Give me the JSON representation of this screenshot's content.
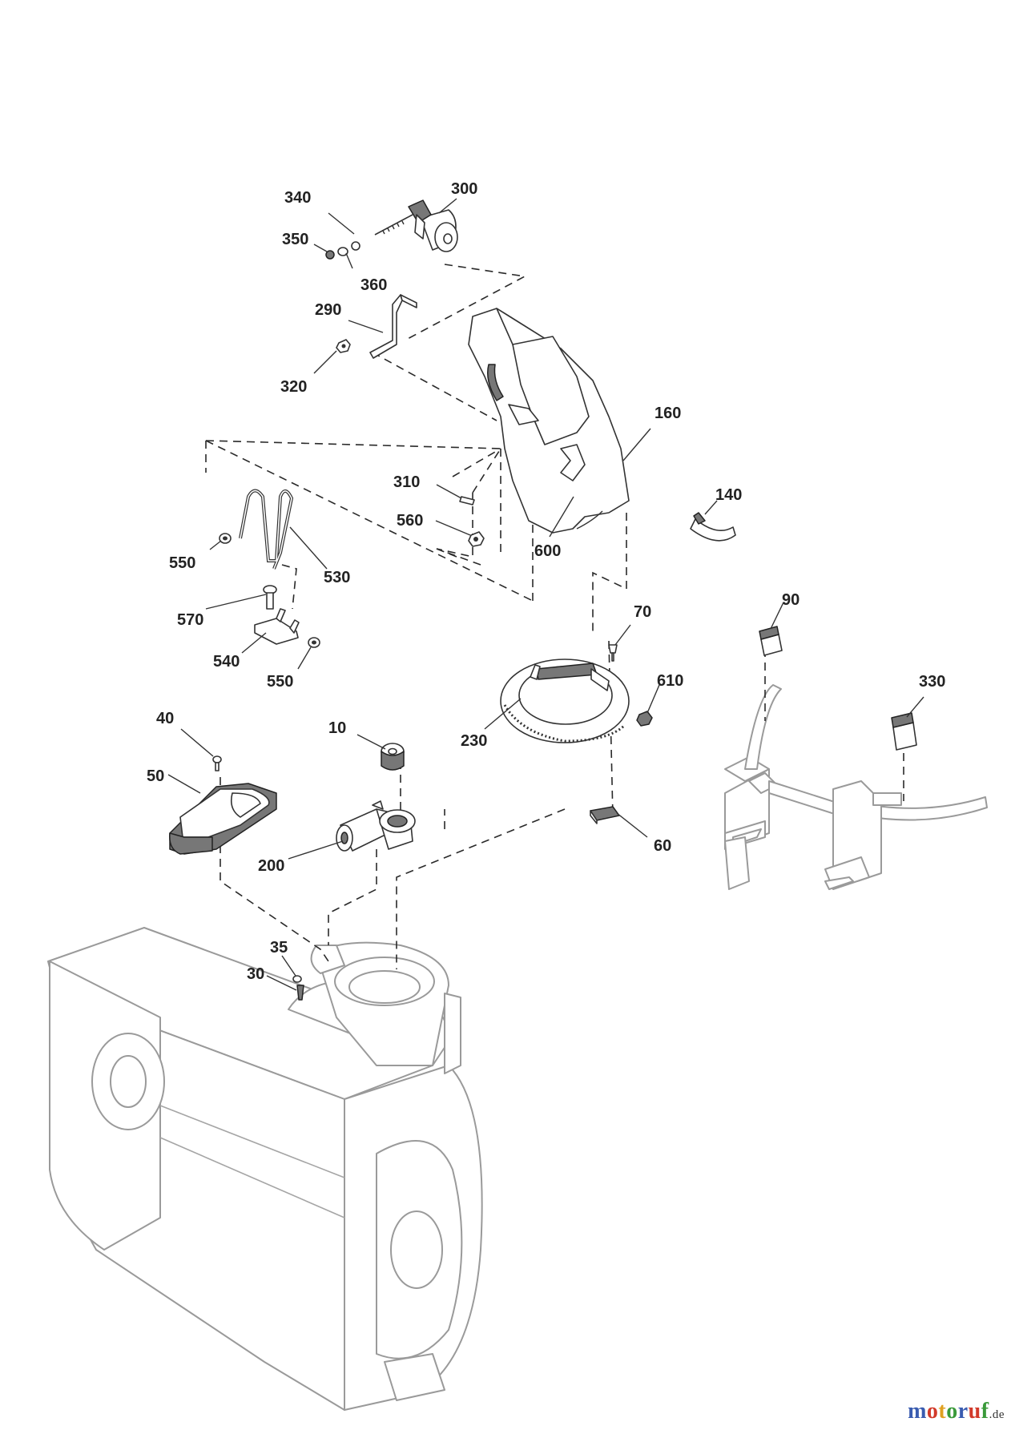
{
  "callouts": [
    "340",
    "300",
    "350",
    "360",
    "290",
    "320",
    "160",
    "310",
    "560",
    "600",
    "140",
    "550",
    "530",
    "570",
    "540",
    "550",
    "70",
    "90",
    "610",
    "330",
    "230",
    "40",
    "10",
    "50",
    "200",
    "60",
    "35",
    "30"
  ],
  "brand": {
    "letters": [
      {
        "char": "m",
        "color": "#3a5cb0"
      },
      {
        "char": "o",
        "color": "#d23a2a"
      },
      {
        "char": "t",
        "color": "#e0a020"
      },
      {
        "char": "o",
        "color": "#3a9a3a"
      },
      {
        "char": "r",
        "color": "#3a5cb0"
      },
      {
        "char": "u",
        "color": "#d23a2a"
      },
      {
        "char": "f",
        "color": "#3a9a3a"
      }
    ],
    "tld": ".de"
  }
}
